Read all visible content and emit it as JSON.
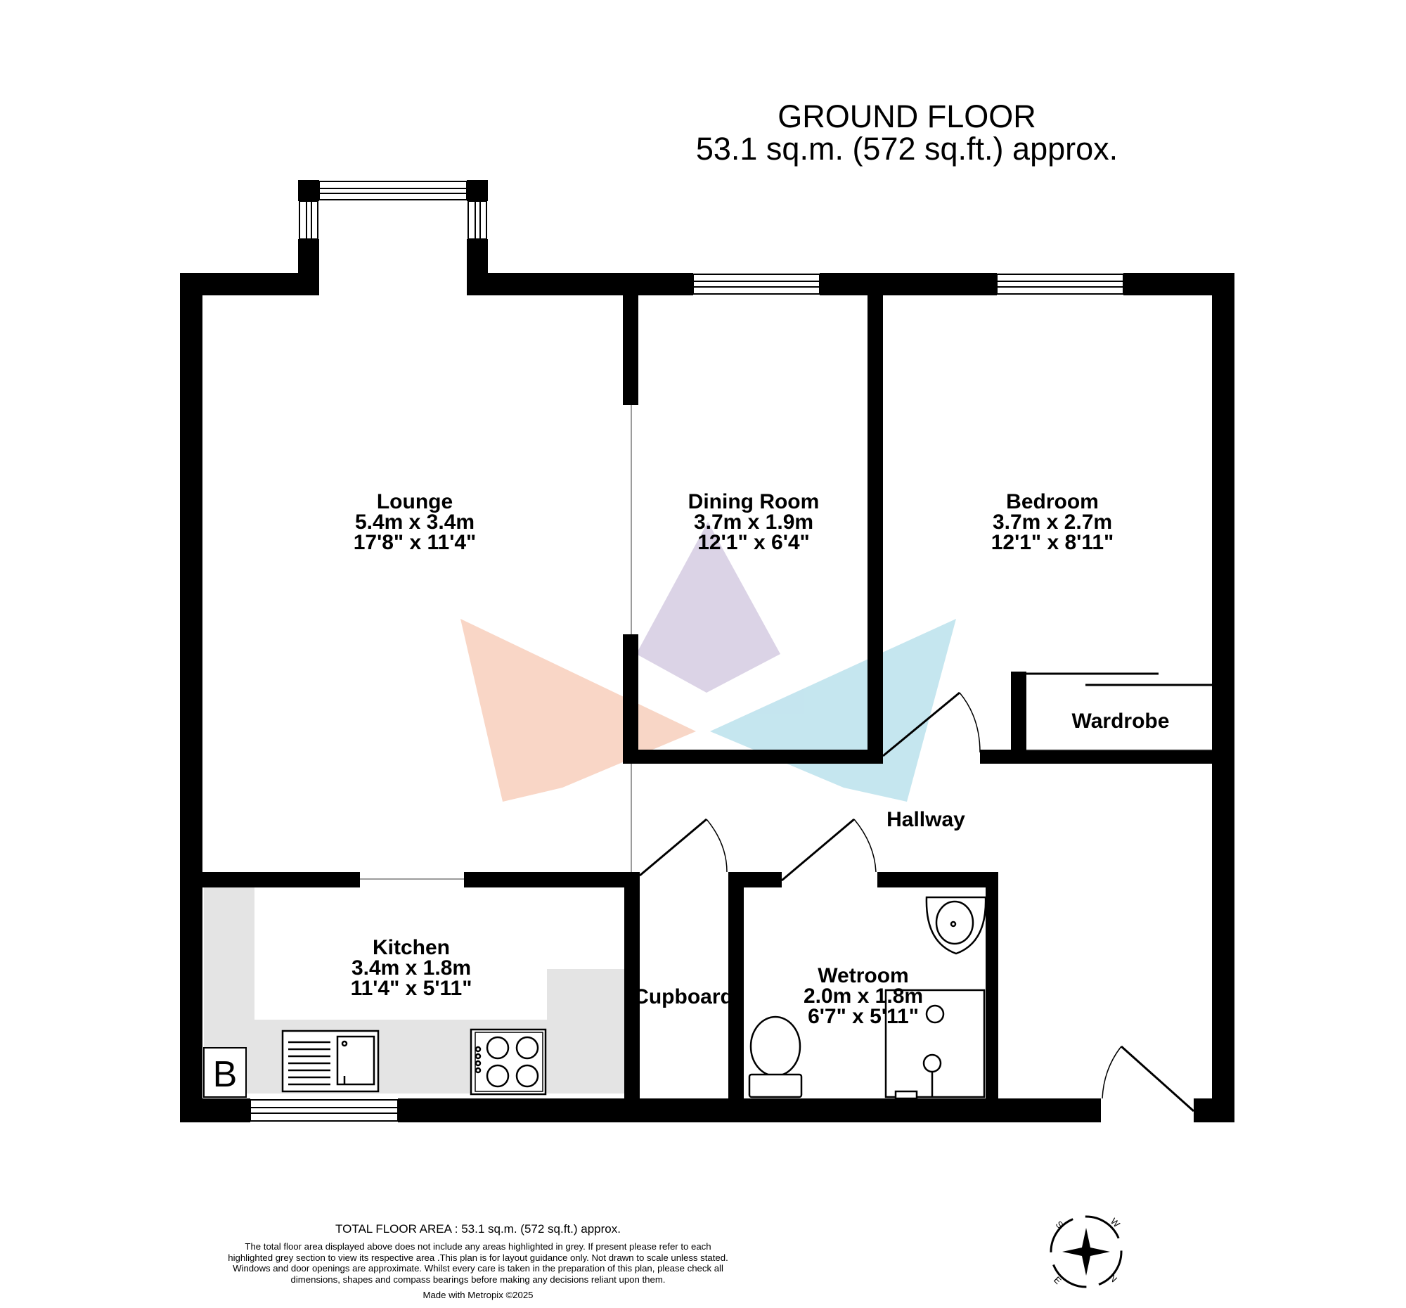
{
  "floor": {
    "name": "GROUND FLOOR",
    "area": "53.1 sq.m. (572 sq.ft.) approx."
  },
  "rooms": {
    "lounge": {
      "name": "Lounge",
      "metric": "5.4m  x 3.4m",
      "imperial": "17'8\"  x 11'4\""
    },
    "dining": {
      "name": "Dining Room",
      "metric": "3.7m  x 1.9m",
      "imperial": "12'1\"  x 6'4\""
    },
    "bedroom": {
      "name": "Bedroom",
      "metric": "3.7m  x 2.7m",
      "imperial": "12'1\"  x 8'11\""
    },
    "kitchen": {
      "name": "Kitchen",
      "metric": "3.4m  x 1.8m",
      "imperial": "11'4\"  x 5'11\""
    },
    "wetroom": {
      "name": "Wetroom",
      "metric": "2.0m  x 1.8m",
      "imperial": "6'7\"  x 5'11\""
    },
    "wardrobe": {
      "name": "Wardrobe"
    },
    "hallway": {
      "name": "Hallway"
    },
    "cupboard": {
      "name": "Cupboard"
    }
  },
  "boiler_label": "B",
  "compass": {
    "n": "N",
    "s": "S",
    "e": "E",
    "w": "W"
  },
  "footer": {
    "title": "TOTAL FLOOR AREA : 53.1 sq.m. (572 sq.ft.) approx.",
    "text": "The total floor area displayed above does not include any areas highlighted in grey. If present please refer to each highlighted grey section to view its respective area .This plan is for layout guidance only. Not drawn to scale unless stated. Windows and door openings are approximate. Whilst every care is taken in the preparation of this plan, please check all dimensions, shapes and compass bearings before making any decisions reliant upon them.",
    "made_with": "Made with Metropix ©2025"
  },
  "colors": {
    "wall": "#000000",
    "grey_area": "#e4e4e4",
    "window": "#9a9a9a"
  }
}
